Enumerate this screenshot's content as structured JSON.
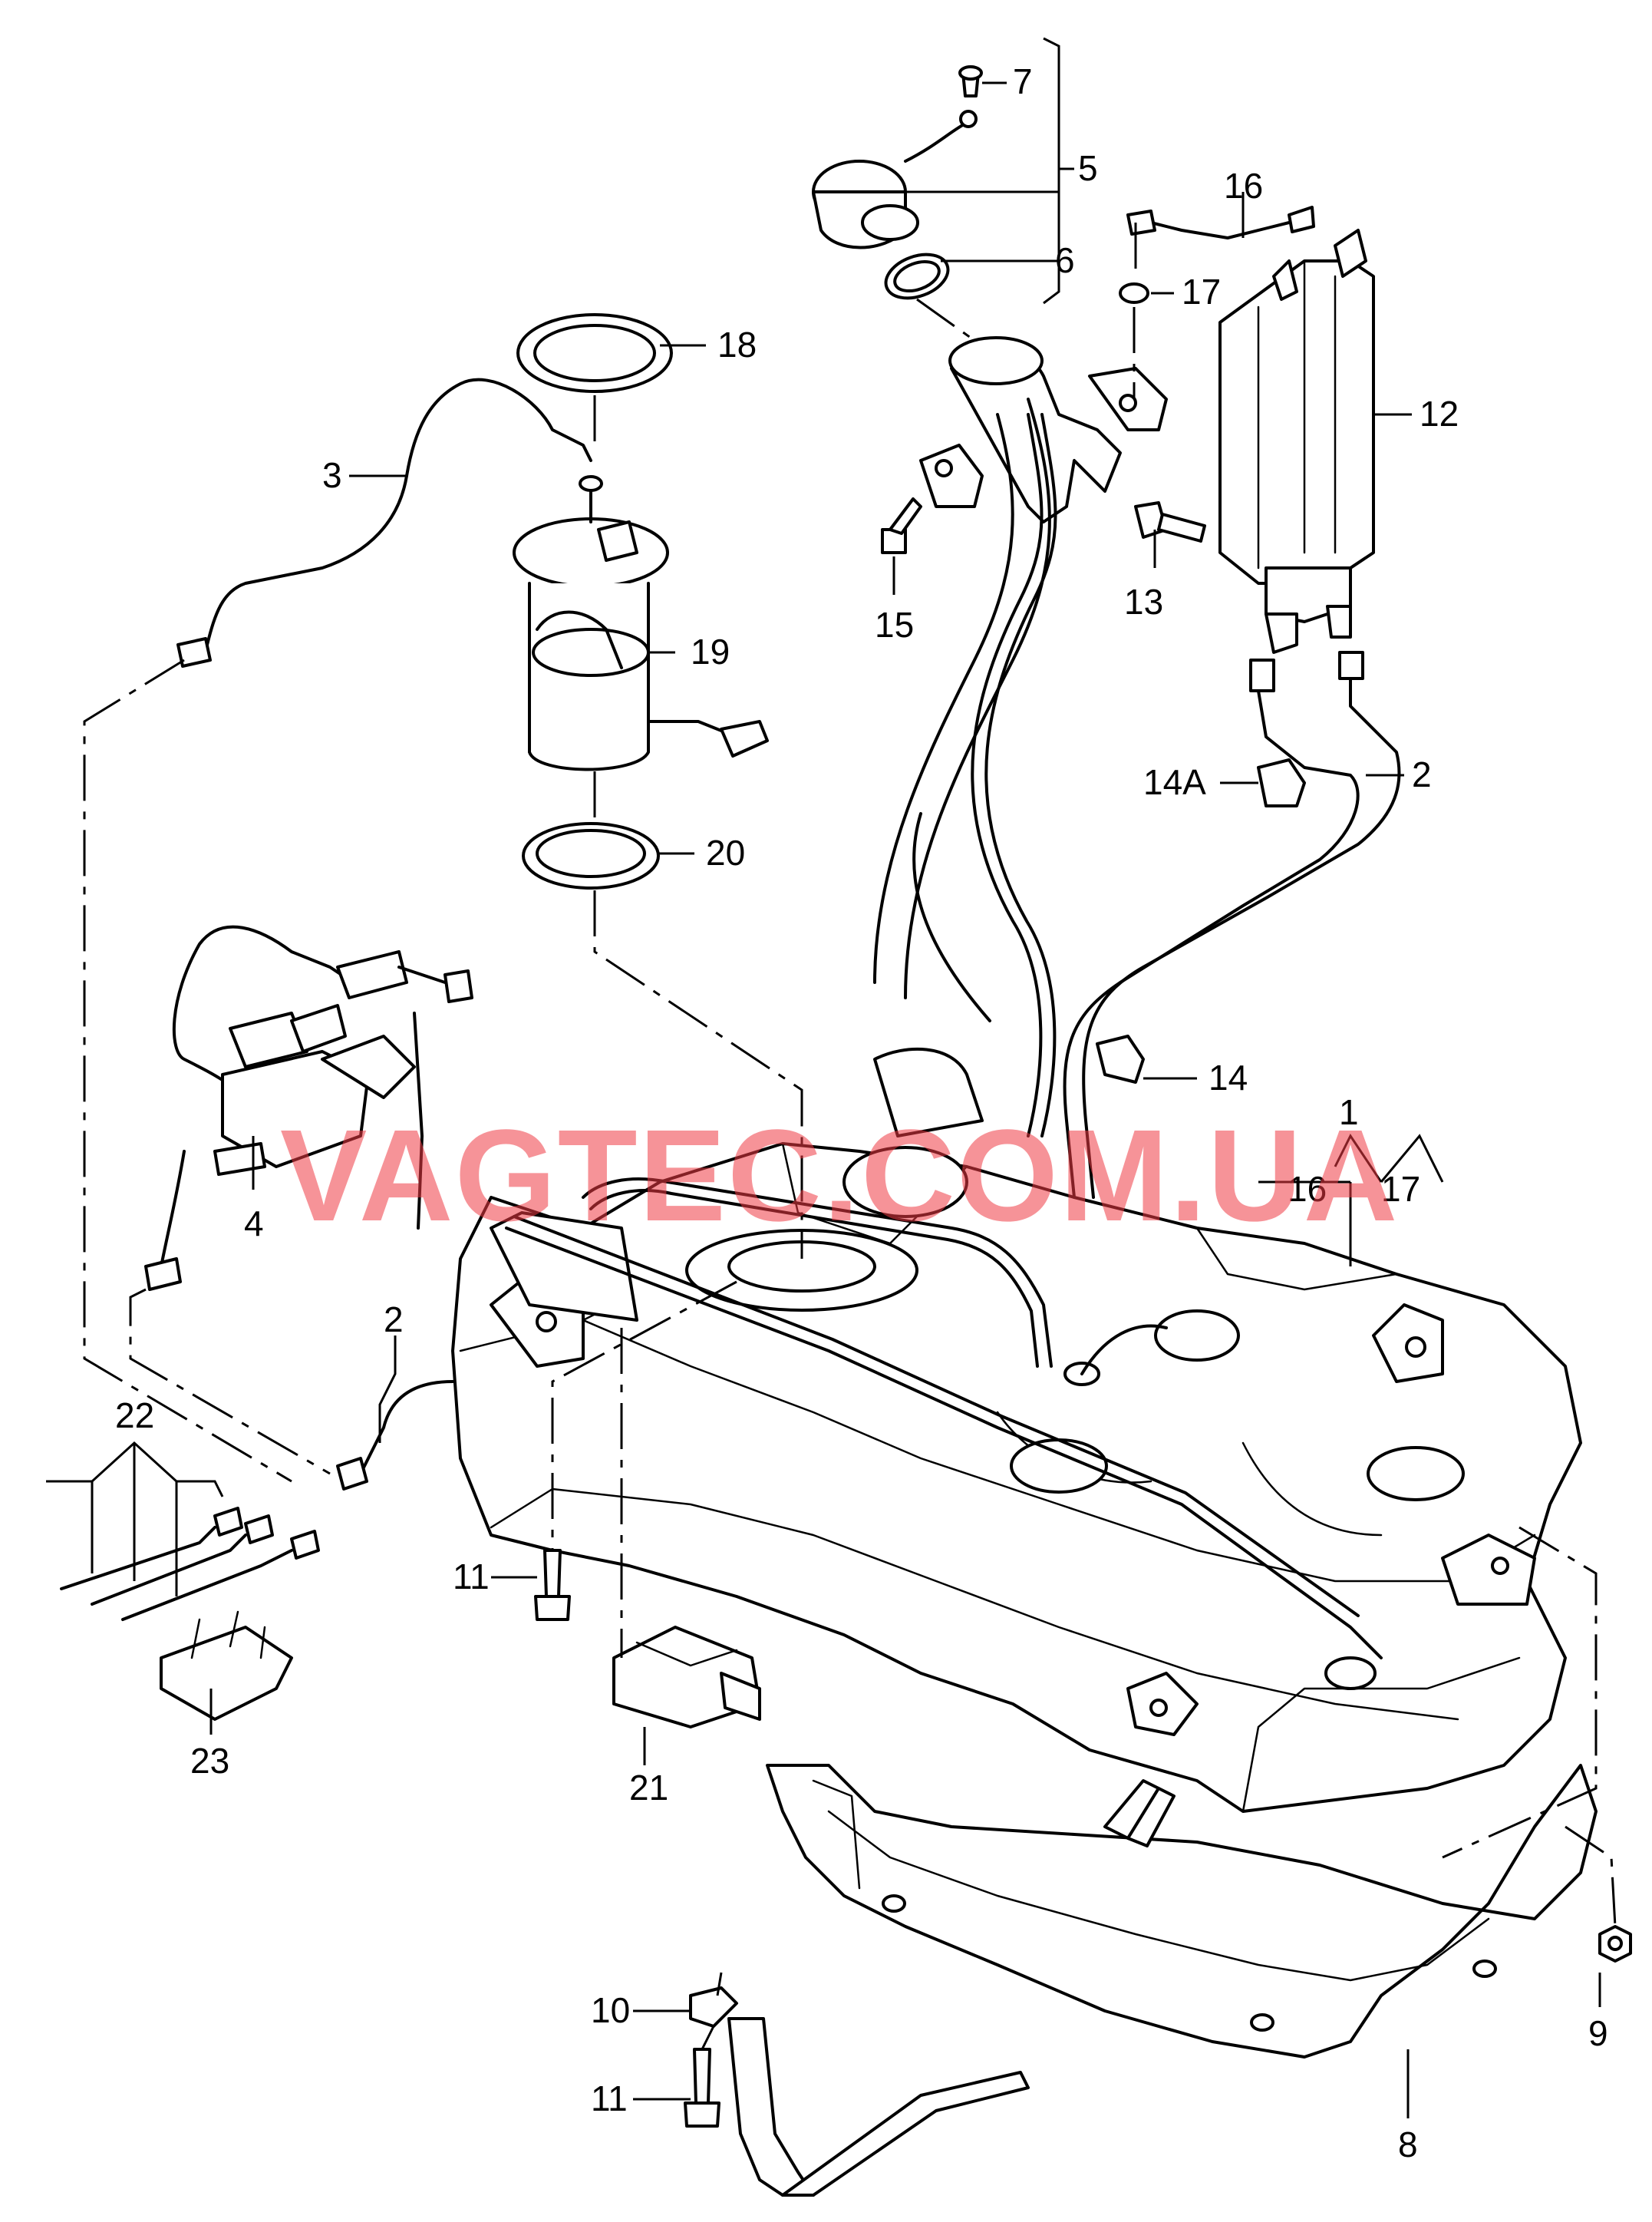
{
  "watermark": "VAGTEC.COM.UA",
  "callouts": {
    "c1": "1",
    "c2a": "2",
    "c2b": "2",
    "c3": "3",
    "c4": "4",
    "c5": "5",
    "c6": "6",
    "c7": "7",
    "c8": "8",
    "c9": "9",
    "c10": "10",
    "c11a": "11",
    "c11b": "11",
    "c12": "12",
    "c13": "13",
    "c14": "14",
    "c14a": "14A",
    "c15": "15",
    "c16a": "16",
    "c16b": "16",
    "c17a": "17",
    "c17b": "17",
    "c18": "18",
    "c19": "19",
    "c20": "20",
    "c21": "21",
    "c22": "22",
    "c23": "23"
  }
}
